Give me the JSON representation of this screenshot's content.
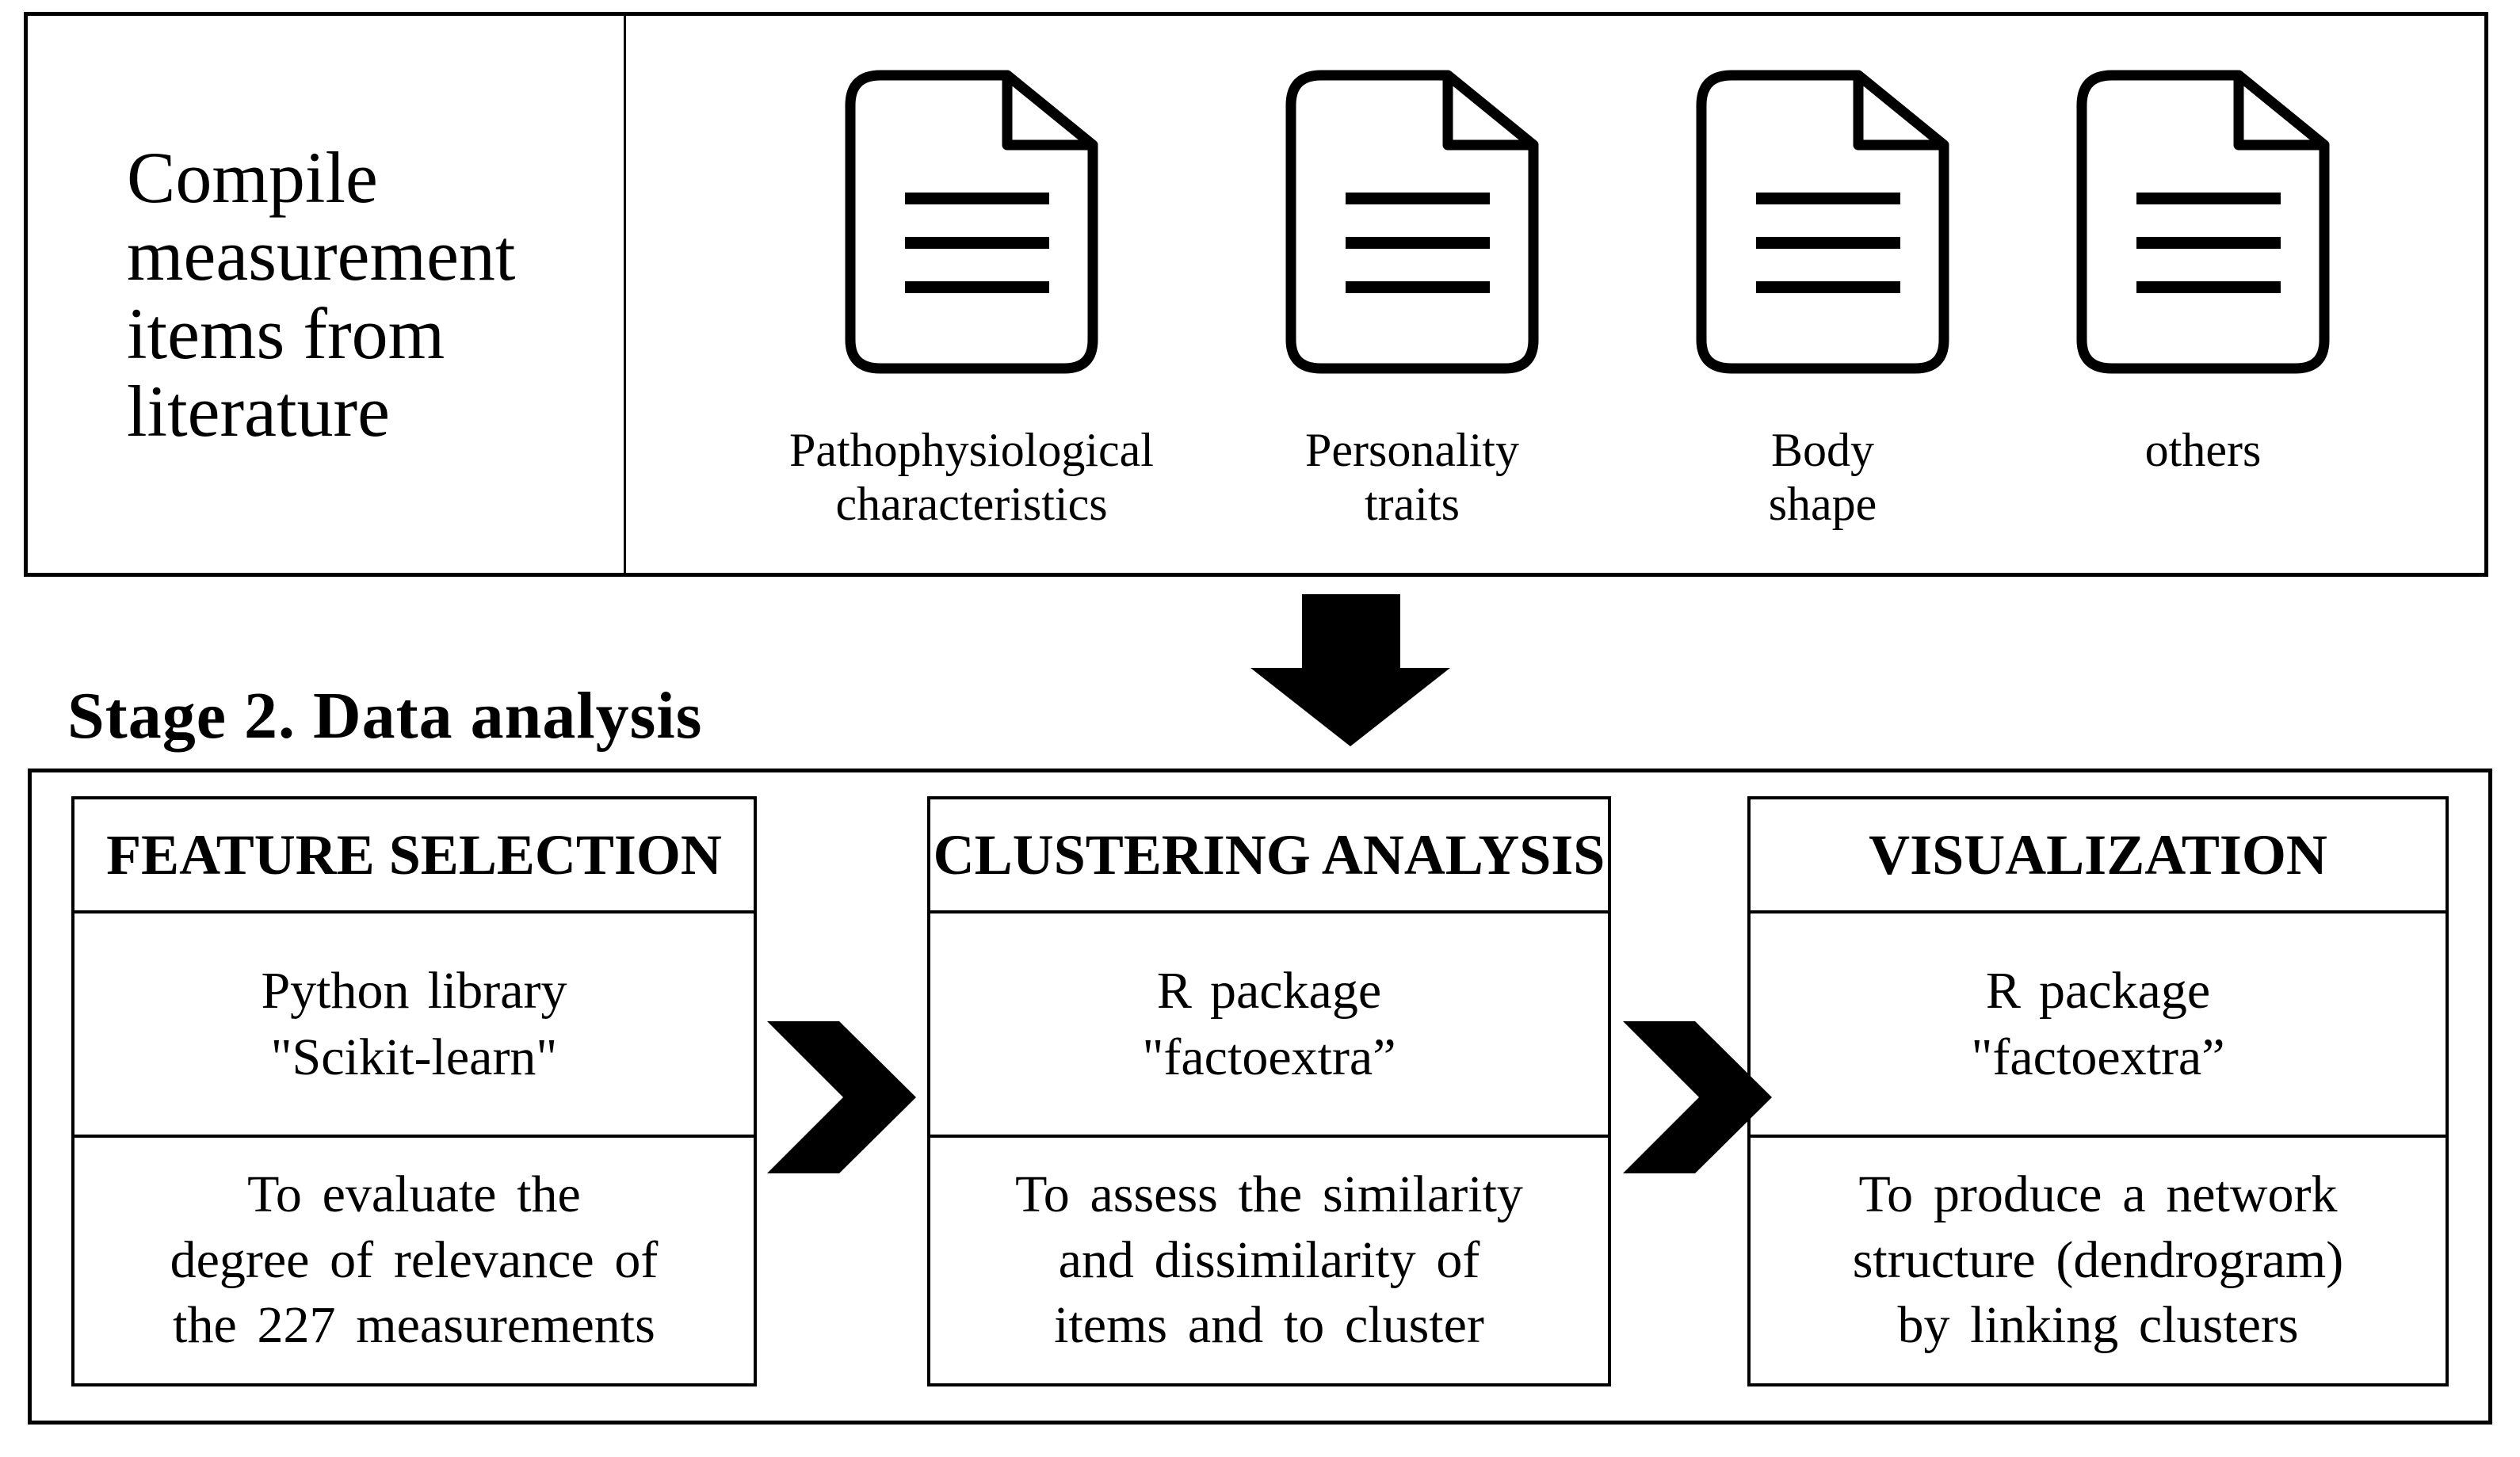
{
  "colors": {
    "ink": "#000000",
    "background": "#ffffff"
  },
  "top_section": {
    "compile_label": "Compile\nmeasurement\nitems from\nliterature",
    "documents": [
      {
        "icon": "document-icon",
        "label": "Pathophysiological\ncharacteristics"
      },
      {
        "icon": "document-icon",
        "label": "Personality\ntraits"
      },
      {
        "icon": "document-icon",
        "label": "Body\nshape"
      },
      {
        "icon": "document-icon",
        "label": "others"
      }
    ]
  },
  "connector": {
    "icon": "down-arrow-icon"
  },
  "stage2": {
    "heading": "Stage 2. Data analysis",
    "separator_icon": "chevron-right-icon",
    "steps": [
      {
        "title": "FEATURE SELECTION",
        "tool": "Python library\n\"Scikit-learn\"",
        "purpose": "To evaluate the\ndegree of relevance of\nthe 227 measurements"
      },
      {
        "title": "CLUSTERING ANALYSIS",
        "tool": "R package\n\"factoextra”",
        "purpose": "To assess the similarity\nand dissimilarity of\nitems and to cluster"
      },
      {
        "title": "VISUALIZATION",
        "tool": "R package\n\"factoextra”",
        "purpose": "To produce a network\nstructure (dendrogram)\nby linking clusters"
      }
    ]
  }
}
